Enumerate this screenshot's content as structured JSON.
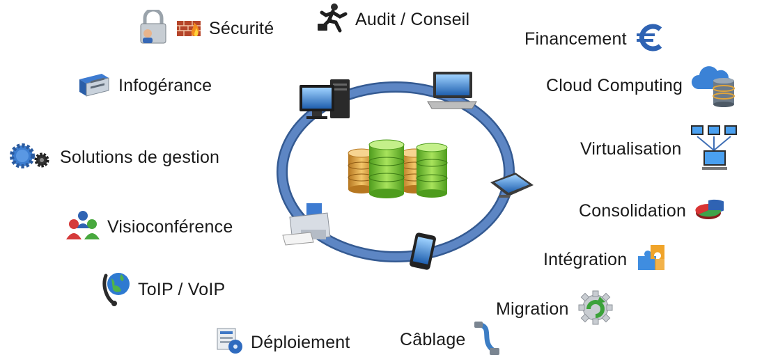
{
  "services": {
    "securite": "Sécurité",
    "audit": "Audit / Conseil",
    "financement": "Financement",
    "cloud": "Cloud Computing",
    "virtualisation": "Virtualisation",
    "consolidation": "Consolidation",
    "integration": "Intégration",
    "migration": "Migration",
    "cablage": "Câblage",
    "deploiement": "Déploiement",
    "toip": "ToIP / VoIP",
    "visio": "Visioconférence",
    "gestion": "Solutions de gestion",
    "infogerance": "Infogérance"
  },
  "icons": {
    "securite": [
      "padlock-user-icon",
      "firewall-icon"
    ],
    "audit": "running-businessman-icon",
    "financement": "euro-icon",
    "cloud": "cloud-database-icon",
    "virtualisation": "network-computers-icon",
    "consolidation": "pie-chart-icon",
    "integration": "puzzle-icon",
    "migration": "refresh-gear-icon",
    "cablage": "cable-icon",
    "deploiement": "deployment-disc-icon",
    "toip": "globe-phone-icon",
    "visio": "users-conference-icon",
    "gestion": "gears-icon",
    "infogerance": "server-case-icon"
  },
  "colors": {
    "ring": "#4f79b8",
    "ring_dark": "#345a92",
    "db_green": "#7cc53a",
    "db_orange": "#e0a53c"
  }
}
